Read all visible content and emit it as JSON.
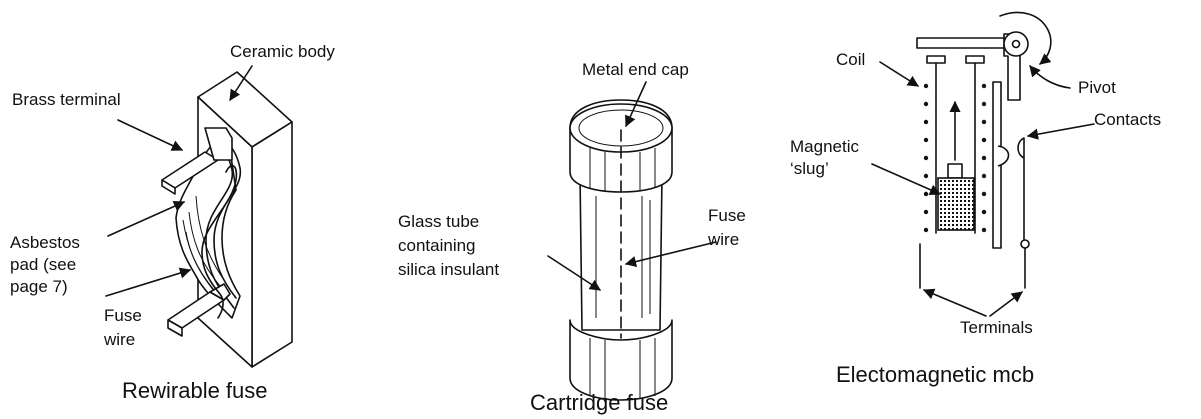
{
  "rewirable": {
    "caption": "Rewirable fuse",
    "ceramic_body": "Ceramic body",
    "brass_terminal": "Brass terminal",
    "asbestos_pad": "Asbestos\npad (see\npage 7)",
    "fuse_wire": "Fuse\nwire"
  },
  "cartridge": {
    "caption": "Cartridge fuse",
    "metal_end_cap": "Metal end cap",
    "glass_tube": "Glass tube\ncontaining\nsilica insulant",
    "fuse_wire": "Fuse\nwire"
  },
  "mcb": {
    "caption": "Electomagnetic mcb",
    "coil": "Coil",
    "pivot": "Pivot",
    "contacts": "Contacts",
    "magnetic_slug": "Magnetic\n‘slug’",
    "terminals": "Terminals"
  }
}
